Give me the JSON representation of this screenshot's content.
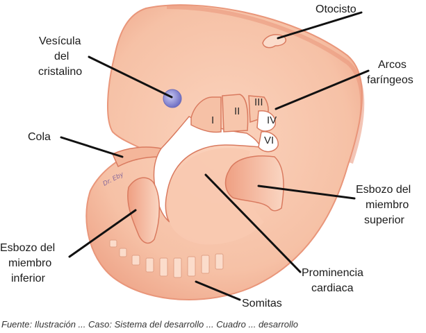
{
  "diagram": {
    "colors": {
      "tissue": "#f6c1a6",
      "tissue_light": "#fbd9c6",
      "tissue_dark": "#e9967a",
      "outline": "#d97a5f",
      "lens": "#8f8fd6",
      "leader": "#111111"
    },
    "labels": {
      "otocisto": "Otocisto",
      "vesicula_1": "Vesícula",
      "vesicula_2": "del",
      "vesicula_3": "cristalino",
      "arcos_1": "Arcos",
      "arcos_2": "faríngeos",
      "cola": "Cola",
      "sup_1": "Esbozo del",
      "sup_2": "miembro",
      "sup_3": "superior",
      "inf_1": "Esbozo del",
      "inf_2": "miembro",
      "inf_3": "inferior",
      "prom_1": "Prominencia",
      "prom_2": "cardiaca",
      "somitas": "Somitas"
    },
    "arches": {
      "i": "I",
      "ii": "II",
      "iii": "III",
      "iv": "IV",
      "vi": "VI"
    },
    "signature": "Dr. Eby"
  },
  "caption": "Fuente: Ilustración ... Caso: Sistema del desarrollo ... Cuadro ... desarrollo"
}
